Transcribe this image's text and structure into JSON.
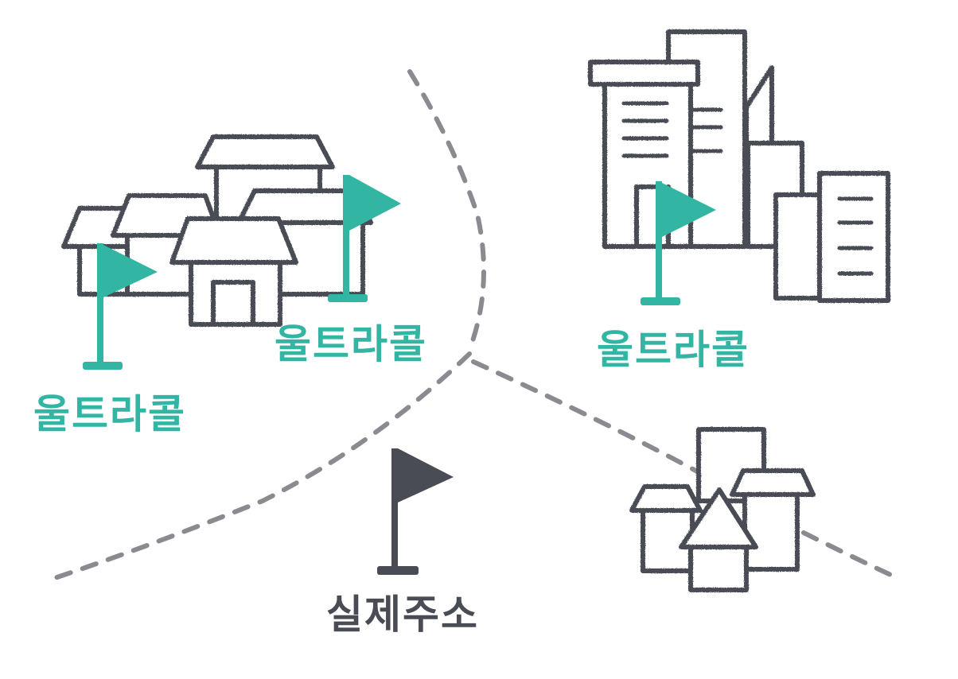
{
  "labels": {
    "ultra_call_1": "울트라콜",
    "ultra_call_2": "울트라콜",
    "ultra_call_3": "울트라콜",
    "real_address": "실제주소"
  },
  "colors": {
    "teal": "#33b5a3",
    "ink": "#4a4c55",
    "dash": "#8a8b90",
    "background": "#ffffff"
  },
  "icons": {
    "village_left": "house-cluster-icon",
    "city_right": "building-cluster-icon",
    "village_bottom": "house-cluster-icon",
    "teal_flag": "flag-icon",
    "dark_flag": "flag-icon"
  }
}
